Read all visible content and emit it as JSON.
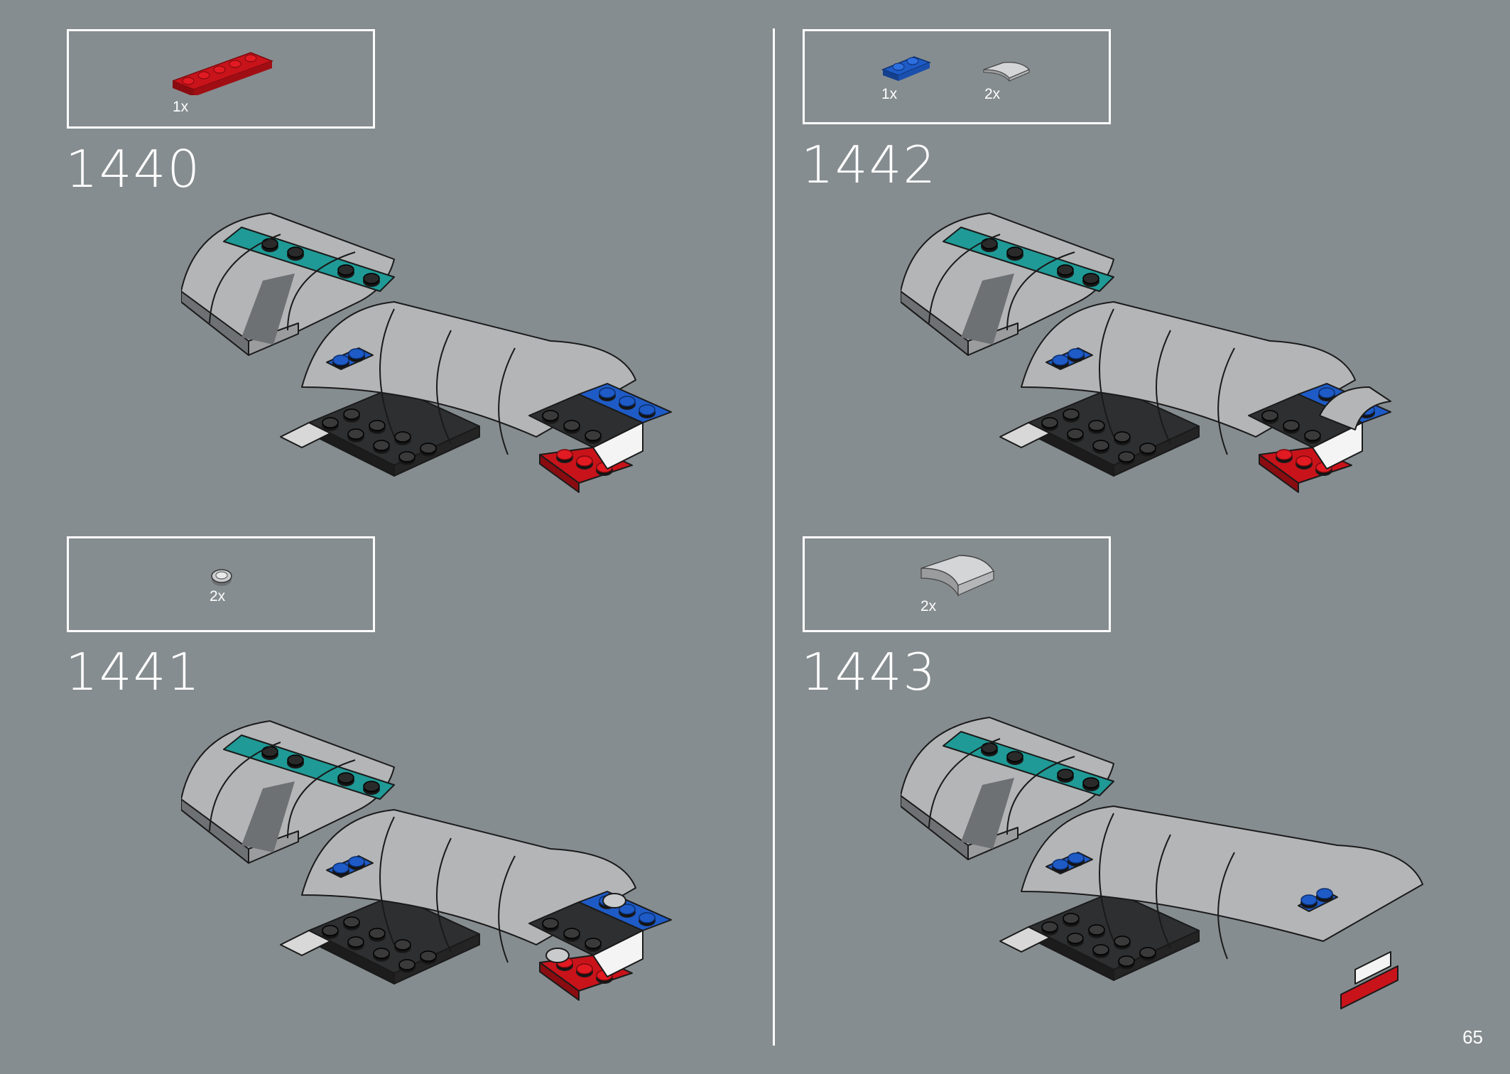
{
  "colors": {
    "background": "#868d90",
    "light_grey_brick": "#b3b5b6",
    "dark_grey_brick": "#6e7173",
    "black_brick": "#2e2f30",
    "teal_brick": "#1f9a96",
    "blue_brick": "#1e5bc6",
    "red_brick": "#c8131a",
    "white_brick": "#f4f4f4"
  },
  "steps": [
    {
      "number": "1440",
      "parts": [
        {
          "qty": "1x",
          "icon": "red-plate-1x5-icon"
        }
      ],
      "model_state": {
        "new_part": "red plate under right section"
      }
    },
    {
      "number": "1441",
      "parts": [
        {
          "qty": "2x",
          "icon": "round-tile-1x1-icon"
        }
      ],
      "model_state": {
        "new_part": "two grey round tiles on right plates"
      }
    },
    {
      "number": "1442",
      "parts": [
        {
          "qty": "1x",
          "icon": "blue-plate-1x2-icon"
        },
        {
          "qty": "2x",
          "icon": "curved-slope-grey-icon"
        }
      ],
      "model_state": {
        "new_part": "blue plate and grey curved slopes"
      }
    },
    {
      "number": "1443",
      "parts": [
        {
          "qty": "2x",
          "icon": "curved-slope-large-grey-icon"
        }
      ],
      "model_state": {
        "new_part": "large grey curved slopes on right end"
      }
    }
  ],
  "page_number": "65"
}
